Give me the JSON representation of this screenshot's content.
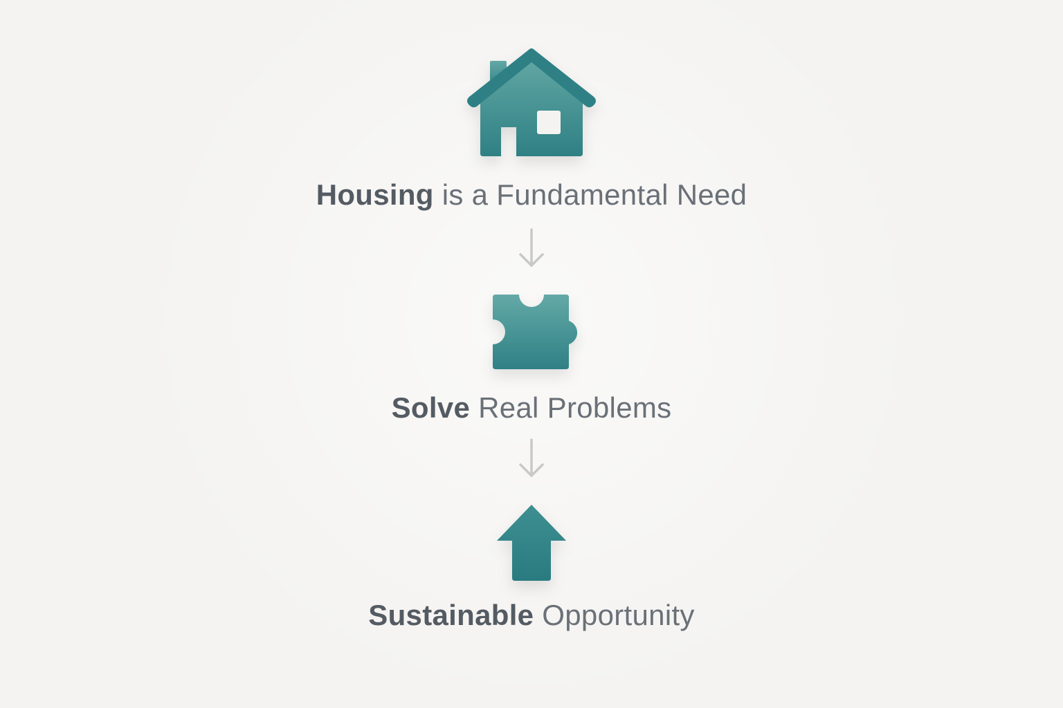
{
  "diagram": {
    "colors": {
      "accent_top": "#5fa6a3",
      "accent_bottom": "#2f7f84",
      "arrow": "#c8c8c8",
      "text_bold": "#545b62",
      "text_regular": "#6a7077",
      "background": "#f4f3f1"
    },
    "steps": [
      {
        "icon": "house-icon",
        "bold": "Housing",
        "text": " is a Fundamental Need"
      },
      {
        "icon": "puzzle-piece-icon",
        "bold": "Solve",
        "text": " Real Problems"
      },
      {
        "icon": "up-arrow-icon",
        "bold": "Sustainable",
        "text": " Opportunity"
      }
    ],
    "connectors": [
      "down-arrow-icon",
      "down-arrow-icon"
    ]
  }
}
